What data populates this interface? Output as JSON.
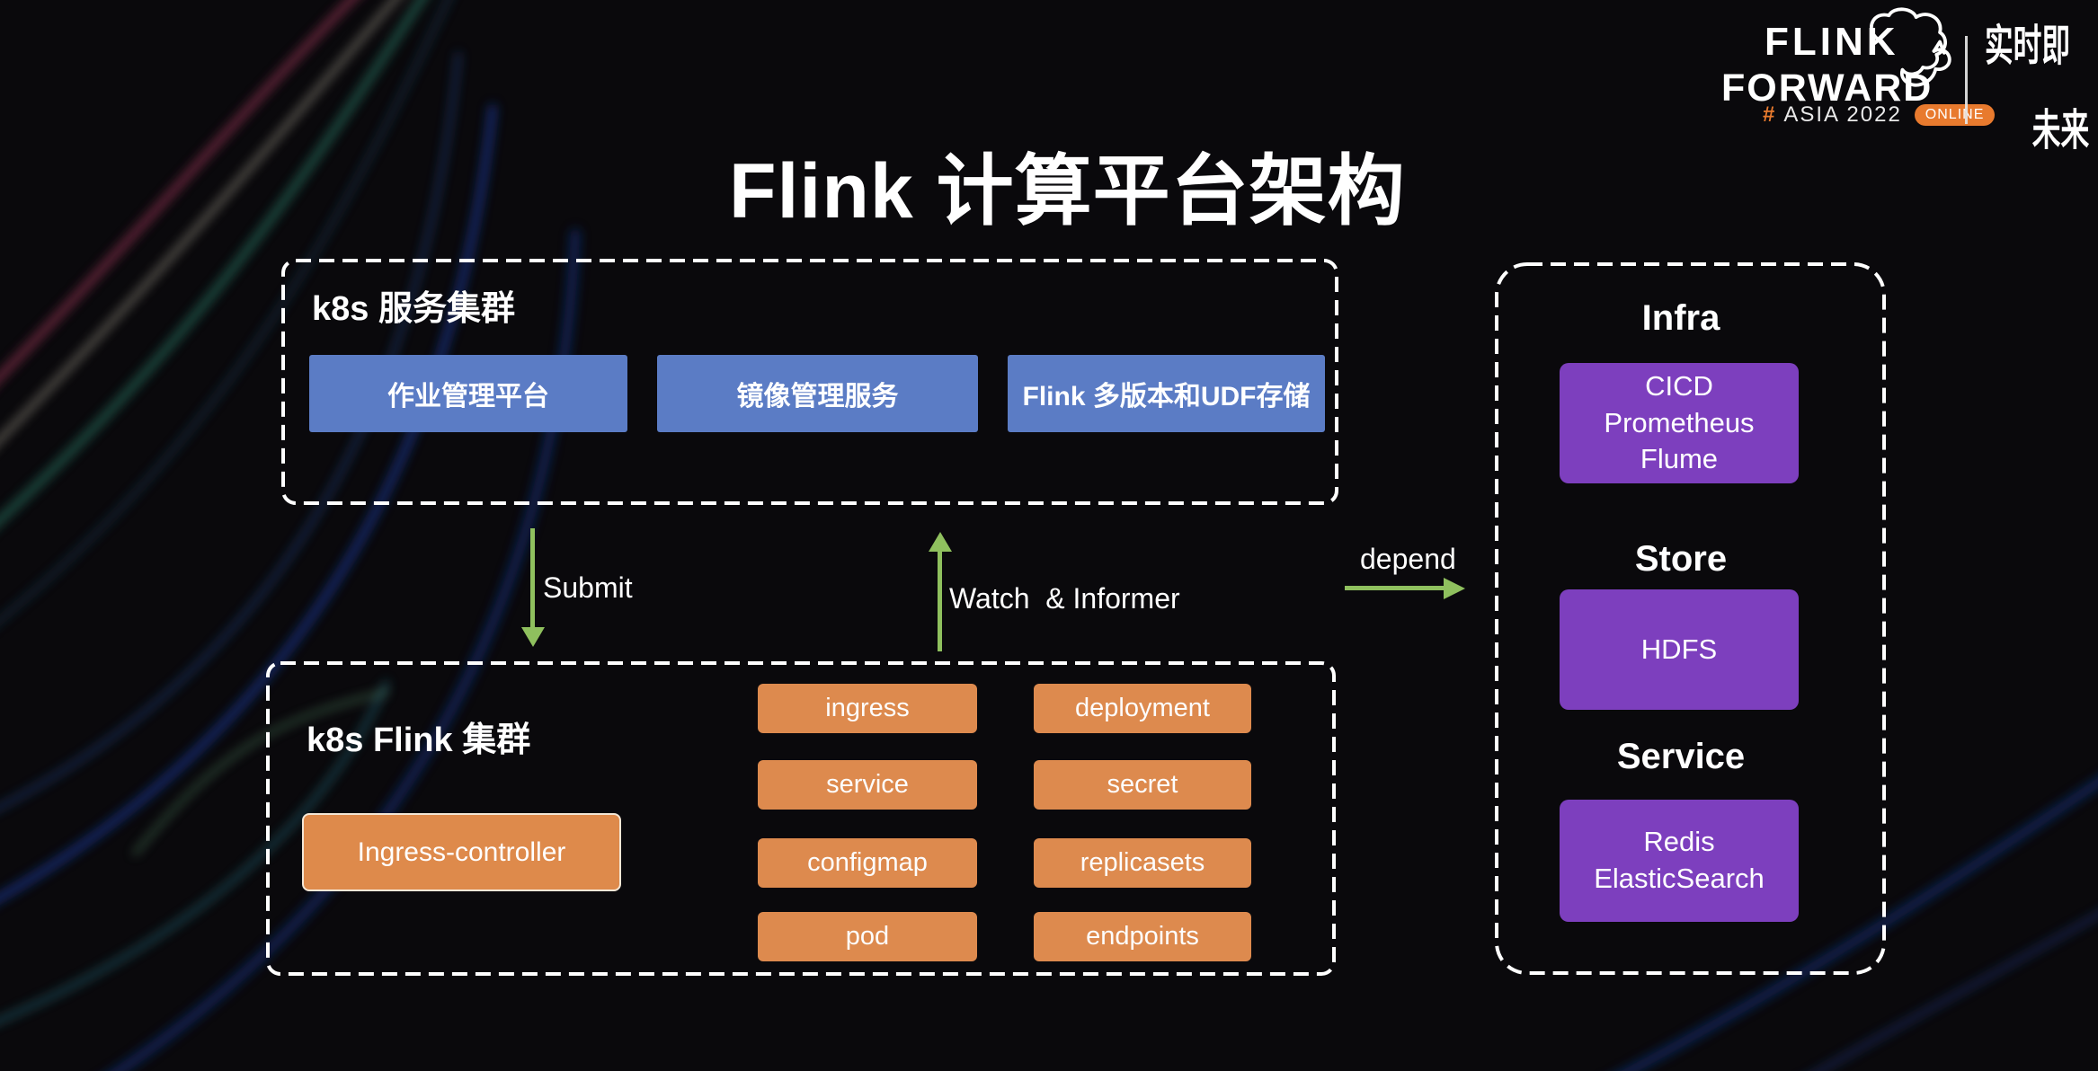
{
  "page": {
    "title": "Flink 计算平台架构",
    "background_color": "#0a090c",
    "dashed_border_color": "#ffffff"
  },
  "logo": {
    "word1": "FLINK",
    "word2": "FORWARD",
    "hash": "#",
    "event": "ASIA 2022",
    "online_badge": "ONLINE",
    "tagline_line1": "实时即",
    "tagline_line2": "未来",
    "accent_color": "#e87a2e",
    "squirrel_icon": "squirrel-outline"
  },
  "service_cluster": {
    "title": "k8s 服务集群",
    "box_color": "#5b7cc5",
    "boxes": [
      "作业管理平台",
      "镜像管理服务",
      "Flink 多版本和UDF存储"
    ]
  },
  "arrows": {
    "color": "#8fc05e",
    "submit": {
      "label": "Submit",
      "direction": "down"
    },
    "watch": {
      "label": "Watch  & Informer",
      "direction": "up"
    },
    "depend": {
      "label": "depend",
      "direction": "right"
    }
  },
  "flink_cluster": {
    "title": "k8s Flink 集群",
    "ingress_controller": "Ingress-controller",
    "box_color": "#dd8a4e",
    "resources_col1": [
      "ingress",
      "service",
      "configmap",
      "pod"
    ],
    "resources_col2": [
      "deployment",
      "secret",
      "replicasets",
      "endpoints"
    ]
  },
  "infra_panel": {
    "box_color": "#7d3fbe",
    "sections": [
      {
        "title": "Infra",
        "lines": "CICD\nPrometheus\nFlume"
      },
      {
        "title": "Store",
        "lines": "HDFS"
      },
      {
        "title": "Service",
        "lines": "Redis\nElasticSearch"
      }
    ]
  }
}
